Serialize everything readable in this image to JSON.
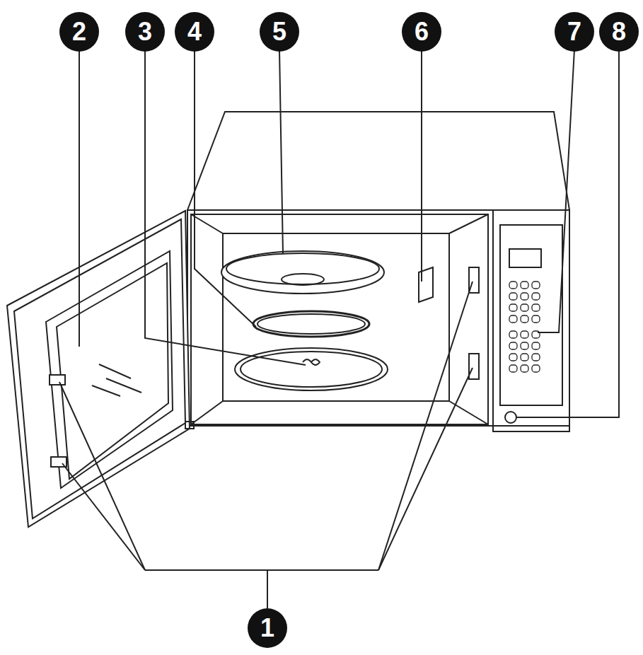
{
  "diagram": {
    "labels": [
      "2",
      "3",
      "4",
      "5",
      "6",
      "7",
      "8",
      "1"
    ]
  }
}
